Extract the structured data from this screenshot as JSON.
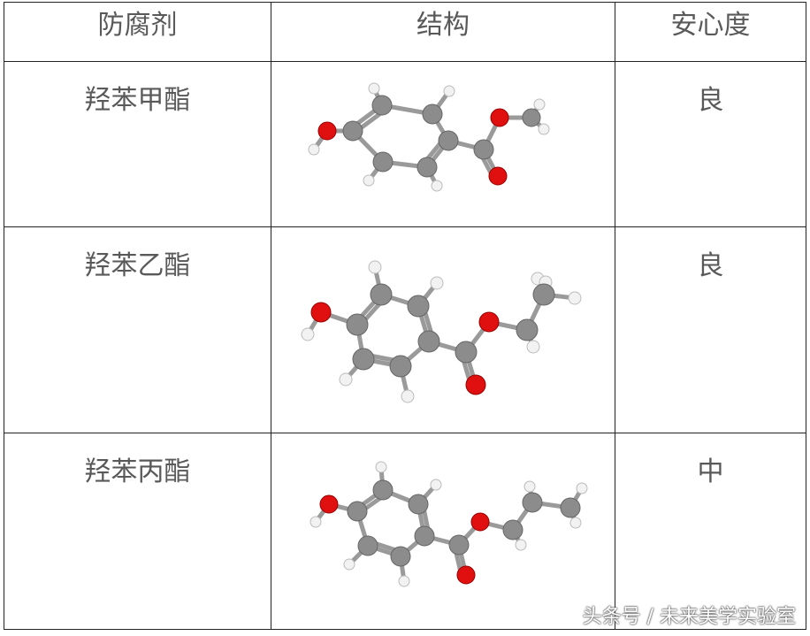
{
  "table": {
    "headers": {
      "col_preservative": "防腐剂",
      "col_structure": "结构",
      "col_safety": "安心度"
    },
    "rows": [
      {
        "name": "羟苯甲酯",
        "safety": "良",
        "structure_icon": "methylparaben-ball-stick-model"
      },
      {
        "name": "羟苯乙酯",
        "safety": "良",
        "structure_icon": "ethylparaben-ball-stick-model"
      },
      {
        "name": "羟苯丙酯",
        "safety": "中",
        "structure_icon": "propylparaben-ball-stick-model"
      }
    ]
  },
  "watermark": "头条号 / 未来美学实验室",
  "colors": {
    "carbon": "#8c8c8c",
    "oxygen": "#e01010",
    "hydrogen": "#f2f2f2",
    "text": "#595959"
  }
}
